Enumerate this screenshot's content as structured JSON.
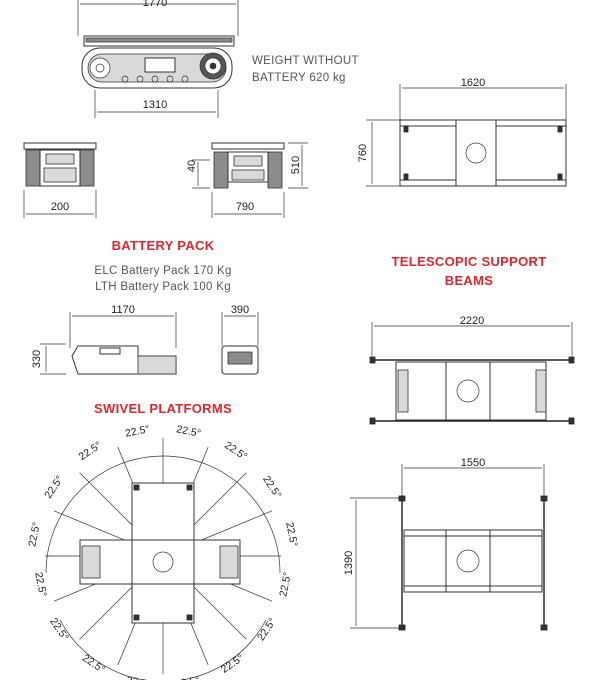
{
  "top_view": {
    "width_top": "1770",
    "width_bottom": "1310",
    "weight_line1": "WEIGHT WITHOUT",
    "weight_line2": "BATTERY 620 kg"
  },
  "plan_view": {
    "width": "1620",
    "height": "760"
  },
  "front_views": {
    "track_width": "200",
    "width": "790",
    "clearance": "40",
    "height": "510"
  },
  "battery_pack": {
    "heading": "BATTERY PACK",
    "elc": "ELC Battery Pack 170 Kg",
    "lth": "LTH Battery Pack 100 Kg",
    "length": "1170",
    "height": "330",
    "width": "390"
  },
  "telescopic": {
    "heading_line1": "TELESCOPIC SUPPORT",
    "heading_line2": "BEAMS",
    "retracted_width": "2220",
    "extended_width": "1550",
    "extended_height": "1390"
  },
  "swivel": {
    "heading": "SWIVEL PLATFORMS",
    "angle_label": "22.5°"
  },
  "colors": {
    "accent": "#e0252d",
    "line": "#333333",
    "text": "#555555"
  }
}
